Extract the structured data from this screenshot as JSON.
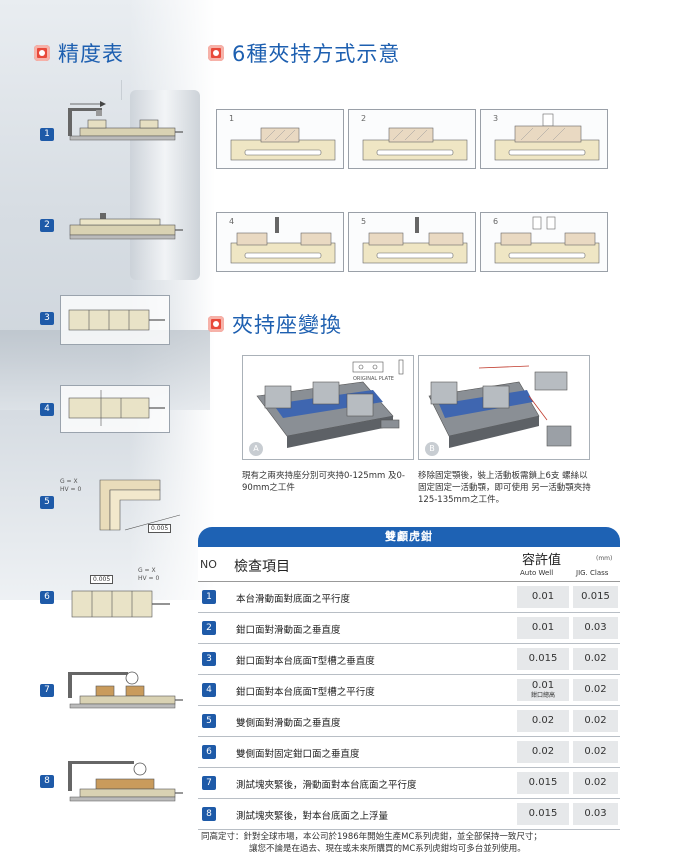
{
  "sections": {
    "precision": "精度表",
    "clamping": "6種夾持方式示意",
    "change": "夾持座變換"
  },
  "precision_tests": [
    "1",
    "2",
    "3",
    "4",
    "5",
    "6",
    "7",
    "8"
  ],
  "test5_labels": {
    "g": "G = X",
    "hv": "HV = 0",
    "tol": "0.005"
  },
  "test6_labels": {
    "g": "G = X",
    "hv": "HV = 0",
    "tol": "0.005"
  },
  "clamping_modes": [
    "1",
    "2",
    "3",
    "4",
    "5",
    "6"
  ],
  "change": {
    "original_plate": "ORIGINAL PLATE",
    "a": {
      "letter": "A",
      "caption": "現有之兩夾持座分別可夾持0-125mm 及0-90mm之工件"
    },
    "b": {
      "letter": "B",
      "caption": "移除固定顎後，裝上活動板需鎖上6支 螺絲以固定固定一活動顎，即可使用 另一活動顎夾持125-135mm之工件。"
    }
  },
  "table": {
    "title": "雙顱虎鉗",
    "col_no": "NO",
    "col_item": "檢查項目",
    "col_tol": "容許值",
    "unit": "(mm)",
    "col_auto": "Auto Well",
    "col_jig": "JIG. Class",
    "rows": [
      {
        "no": "1",
        "item": "本台滑動面對底面之平行度",
        "v1": "0.01",
        "v2": "0.015"
      },
      {
        "no": "2",
        "item": "鉗口面對滑動面之垂直度",
        "v1": "0.01",
        "v2": "0.03"
      },
      {
        "no": "3",
        "item": "鉗口面對本台底面T型槽之垂直度",
        "v1": "0.015",
        "v2": "0.02"
      },
      {
        "no": "4",
        "item": "鉗口面對本台底面T型槽之平行度",
        "v1": "0.01",
        "v1_note": "鉗口總高",
        "v2": "0.02"
      },
      {
        "no": "5",
        "item": "雙側面對滑動面之垂直度",
        "v1": "0.02",
        "v2": "0.02"
      },
      {
        "no": "6",
        "item": "雙側面對固定鉗口面之垂直度",
        "v1": "0.02",
        "v2": "0.02"
      },
      {
        "no": "7",
        "item": "測試塊夾緊後，滑動面對本台底面之平行度",
        "v1": "0.015",
        "v2": "0.02"
      },
      {
        "no": "8",
        "item": "測試塊夾緊後，對本台底面之上浮量",
        "v1": "0.015",
        "v2": "0.03"
      }
    ]
  },
  "footnote": {
    "line1": "同高定寸：針對全球市場，本公司於1986年開始生產MC系列虎鉗，並全部保持一致尺寸；",
    "line2": "讓您不論是在過去、現在或未來所購買的MC系列虎鉗均可多台並列使用。"
  },
  "colors": {
    "brand_blue": "#1e5aa8",
    "bullet_red": "#e8493a",
    "jaw_yellow": "#efe6c4"
  }
}
